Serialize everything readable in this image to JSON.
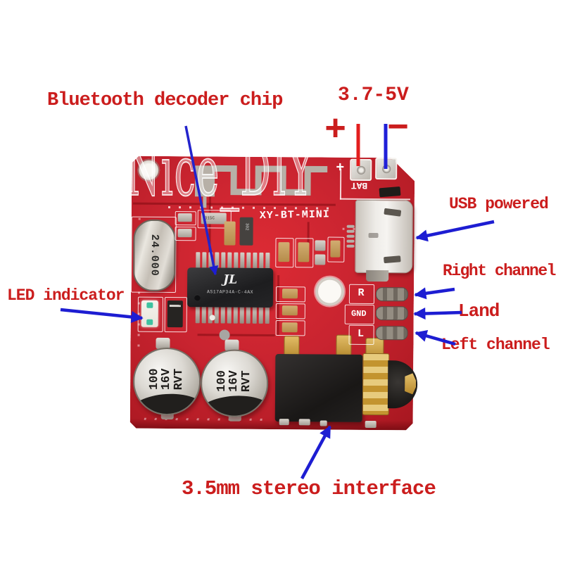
{
  "watermark": "Nice_DIY",
  "annotations": {
    "bluetooth_chip": "Bluetooth decoder chip",
    "voltage": "3.7-5V",
    "plus_sign": "+",
    "minus_sign": "−",
    "usb_powered": "USB powered",
    "right_channel": "Right channel",
    "land": "Land",
    "left_channel": "Left channel",
    "led_indicator": "LED indicator",
    "stereo_interface": "3.5mm stereo interface"
  },
  "board": {
    "model": "XY-BT-MINI",
    "silkscreen": {
      "bat": "BAT",
      "plus": "+",
      "minus": "-",
      "right": "R",
      "ground": "GND",
      "left": "L"
    },
    "components": {
      "crystal": "24.000",
      "chip_logo": "JL",
      "chip_marking": "AS17AP34A-C-4AX",
      "capacitor_lines": [
        "100",
        "16V",
        "RVT"
      ],
      "smd_mark_a": "315C",
      "smd_mark_b": "302"
    }
  },
  "colors": {
    "pcb_red": "#c92430",
    "label_red": "#cb1d1d",
    "arrow_blue": "#1d1dd2",
    "power_line_red": "#e31e1e",
    "watermark_white": "#ffffff"
  }
}
